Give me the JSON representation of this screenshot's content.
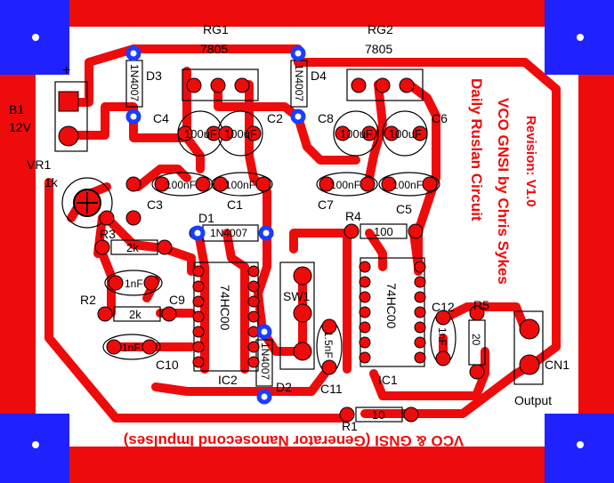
{
  "board": {
    "title": "VCO & GNSI (Generator Nanosecond Impulses)",
    "info_line1": "VCO   GNSI by Chris Sykes",
    "info_line2": "Daily Ruslan Circuit",
    "revision": "Revision: V1.0"
  },
  "components": {
    "rg1": {
      "ref": "RG1",
      "value": "7805"
    },
    "rg2": {
      "ref": "RG2",
      "value": "7805"
    },
    "d1": {
      "ref": "D1",
      "value": "1N4007"
    },
    "d2": {
      "ref": "D2",
      "value": "1N4007"
    },
    "d3": {
      "ref": "D3",
      "value": "1N4007"
    },
    "d4": {
      "ref": "D4",
      "value": "1N4007"
    },
    "b1": {
      "ref": "B1",
      "value": "12V"
    },
    "vr1": {
      "ref": "VR1",
      "value": "1k"
    },
    "c1": {
      "ref": "C1",
      "value": "100nF"
    },
    "c2": {
      "ref": "C2"
    },
    "c3": {
      "ref": "C3",
      "value": "100nF"
    },
    "c4": {
      "ref": "C4",
      "value_a": "100uF",
      "value_b": "100uF"
    },
    "c5": {
      "ref": "C5",
      "value": "100nF"
    },
    "c6": {
      "ref": "C6"
    },
    "c7": {
      "ref": "C7",
      "value": "100nF"
    },
    "c8": {
      "ref": "C8",
      "value_a": "100uF",
      "value_b": "100uF"
    },
    "c9": {
      "ref": "C9",
      "value": "1nF"
    },
    "c10": {
      "ref": "C10",
      "value": "1nF"
    },
    "c11": {
      "ref": "C11",
      "value": "1.5nF"
    },
    "c12": {
      "ref": "C12",
      "value": "1nF"
    },
    "r1": {
      "ref": "R1",
      "value": "10"
    },
    "r2": {
      "ref": "R2",
      "value": "2k"
    },
    "r3": {
      "ref": "R3",
      "value": "2k"
    },
    "r4": {
      "ref": "R4",
      "value": "100"
    },
    "r5": {
      "ref": "R5",
      "value": "20"
    },
    "ic1": {
      "ref": "IC1",
      "value": "74HC00"
    },
    "ic2": {
      "ref": "IC2",
      "value": "74HC00"
    },
    "sw1": {
      "ref": "SW1"
    },
    "cn1": {
      "ref": "CN1",
      "label": "Output"
    }
  },
  "colors": {
    "copper": "#ee0b0b",
    "silk": "#000000",
    "mount_pad": "#1f22ff",
    "via": "#1a3dff",
    "background": "#ffffff"
  }
}
